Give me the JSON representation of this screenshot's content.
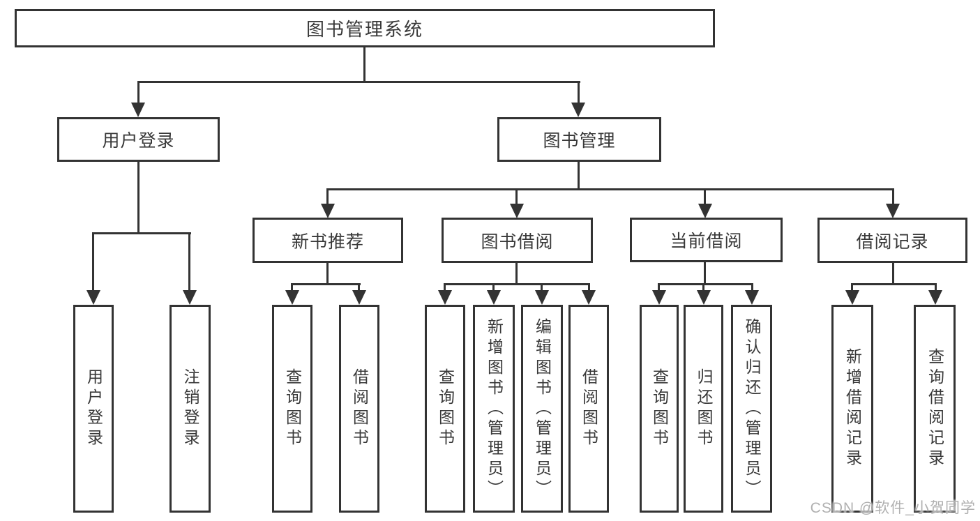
{
  "diagram": {
    "root": {
      "label": "图书管理系统"
    },
    "level2": [
      {
        "id": "user-login",
        "label": "用户登录"
      },
      {
        "id": "book-management",
        "label": "图书管理"
      }
    ],
    "level3": [
      {
        "id": "new-book-recommendation",
        "label": "新书推荐",
        "parent": "图书管理"
      },
      {
        "id": "book-borrowing",
        "label": "图书借阅",
        "parent": "图书管理"
      },
      {
        "id": "current-borrowing",
        "label": "当前借阅",
        "parent": "图书管理"
      },
      {
        "id": "borrowing-records",
        "label": "借阅记录",
        "parent": "图书管理"
      }
    ],
    "leaves": [
      {
        "label": "用户登录",
        "parent": "用户登录"
      },
      {
        "label": "注销登录",
        "parent": "用户登录"
      },
      {
        "label": "查询图书",
        "parent": "新书推荐"
      },
      {
        "label": "借阅图书",
        "parent": "新书推荐"
      },
      {
        "label": "查询图书",
        "parent": "图书借阅"
      },
      {
        "label": "新增图书（管理员）",
        "parent": "图书借阅"
      },
      {
        "label": "编辑图书（管理员）",
        "parent": "图书借阅"
      },
      {
        "label": "借阅图书",
        "parent": "图书借阅"
      },
      {
        "label": "查询图书",
        "parent": "当前借阅"
      },
      {
        "label": "归还图书",
        "parent": "当前借阅"
      },
      {
        "label": "确认归还（管理员）",
        "parent": "当前借阅"
      },
      {
        "label": "新增借阅记录",
        "parent": "借阅记录"
      },
      {
        "label": "查询借阅记录",
        "parent": "借阅记录"
      }
    ],
    "watermark": "CSDN @软件_小贺同学",
    "colors": {
      "line": "#333333",
      "text": "#383838",
      "background": "#ffffff",
      "watermark": "#b0b0b0"
    }
  }
}
